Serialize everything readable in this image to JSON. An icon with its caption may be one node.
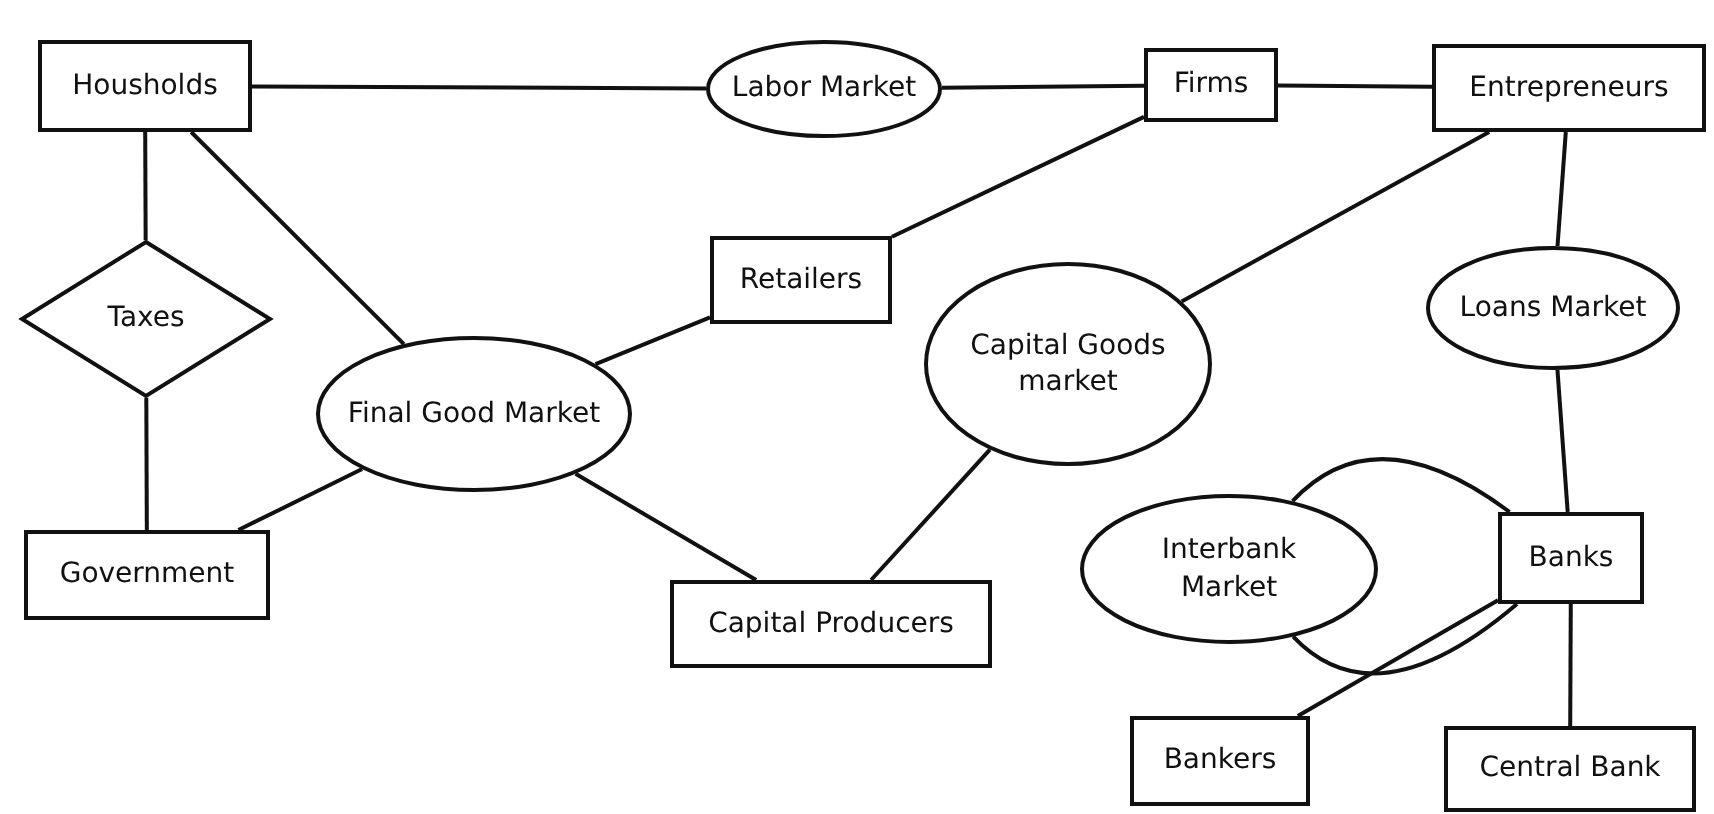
{
  "diagram": {
    "nodes": [
      {
        "text": [
          "Housholds"
        ]
      },
      {
        "text": [
          "Labor Market"
        ]
      },
      {
        "text": [
          "Firms"
        ]
      },
      {
        "text": [
          "Entrepreneurs"
        ]
      },
      {
        "text": [
          "Taxes"
        ]
      },
      {
        "text": [
          "Retailers"
        ]
      },
      {
        "text": [
          "Final Good Market"
        ]
      },
      {
        "text": [
          "Capital Goods market"
        ]
      },
      {
        "text": [
          "Loans Market"
        ]
      },
      {
        "text": [
          "Government"
        ]
      },
      {
        "text": [
          "Interbank Market"
        ]
      },
      {
        "text": [
          "Banks"
        ]
      },
      {
        "text": [
          "Capital Producers"
        ]
      },
      {
        "text": [
          "Bankers"
        ]
      },
      {
        "text": [
          "Central Bank"
        ]
      }
    ],
    "edges": [
      {
        "from": 0,
        "to": 1,
        "arrow": "none"
      },
      {
        "from": 1,
        "to": 2,
        "arrow": "none"
      },
      {
        "from": 2,
        "to": 3,
        "arrow": "none"
      },
      {
        "from": 0,
        "to": 4,
        "arrow": "none"
      },
      {
        "from": 4,
        "to": 9,
        "arrow": "none"
      },
      {
        "from": 0,
        "to": 6,
        "arrow": "none"
      },
      {
        "from": 6,
        "to": 5,
        "arrow": "none"
      },
      {
        "from": 5,
        "to": 2,
        "arrow": "none"
      },
      {
        "from": 6,
        "to": 9,
        "arrow": "none"
      },
      {
        "from": 6,
        "to": 12,
        "arrow": "none"
      },
      {
        "from": 12,
        "to": 7,
        "arrow": "none"
      },
      {
        "from": 7,
        "to": 3,
        "arrow": "none"
      },
      {
        "from": 3,
        "to": 8,
        "arrow": "none"
      },
      {
        "from": 8,
        "to": 11,
        "arrow": "none"
      },
      {
        "from": 10,
        "to": 11,
        "arrow": "none"
      },
      {
        "from": 10,
        "to": 11,
        "arrow": "none"
      },
      {
        "from": 11,
        "to": 13,
        "arrow": "none"
      },
      {
        "from": 11,
        "to": 14,
        "arrow": "none"
      }
    ]
  }
}
